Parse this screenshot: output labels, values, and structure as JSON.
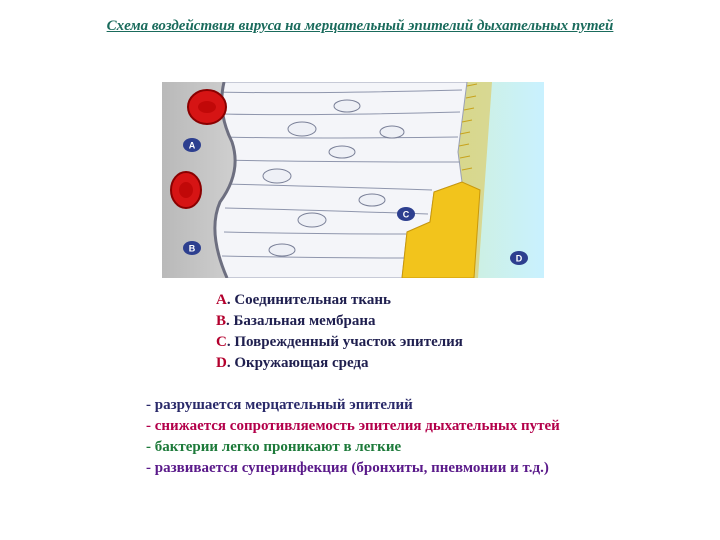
{
  "title": "Схема воздействия вируса на мерцательный эпителий дыхательных путей",
  "figure": {
    "markers": [
      "A",
      "B",
      "C",
      "D"
    ]
  },
  "legend": [
    {
      "key": "A",
      "text": ". Соединительная ткань"
    },
    {
      "key": "B",
      "text": ". Базальная мембрана"
    },
    {
      "key": "C",
      "text": ". Поврежденный участок эпителия"
    },
    {
      "key": "D",
      "text": ". Окружающая среда"
    }
  ],
  "notes": [
    {
      "text": "- разрушается мерцательный эпителий",
      "color": "#2a2a6a"
    },
    {
      "text": "- снижается сопротивляемость эпителия дыхательных путей",
      "color": "#b3004a"
    },
    {
      "text": "- бактерии легко проникают в легкие",
      "color": "#1d7a3a"
    },
    {
      "text": "- развивается суперинфекция (бронхиты, пневмонии и  т.д.)",
      "color": "#5a1a8a"
    }
  ]
}
